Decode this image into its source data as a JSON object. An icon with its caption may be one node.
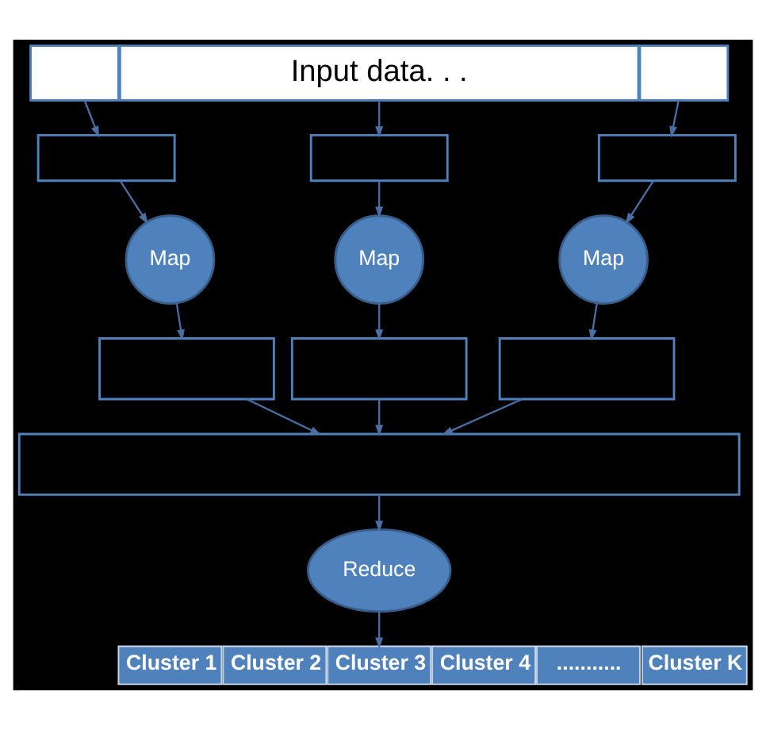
{
  "diagram": {
    "nodes": [
      {
        "text": [],
        "shape": "box"
      },
      {
        "text": [
          "Input data. . ."
        ]
      },
      {
        "text": [],
        "shape": "box"
      },
      {
        "text": [],
        "shape": "box"
      },
      {
        "text": [],
        "shape": "box"
      },
      {
        "text": [],
        "shape": "box"
      },
      {
        "text": [
          "Map"
        ]
      },
      {
        "text": [
          "Map"
        ]
      },
      {
        "text": [
          "Map"
        ]
      },
      {
        "text": [],
        "shape": "box"
      },
      {
        "text": [],
        "shape": "box"
      },
      {
        "text": [],
        "shape": "box"
      },
      {
        "text": [],
        "shape": "box"
      },
      {
        "text": [
          "Reduce"
        ]
      },
      {
        "text": [
          "Cluster 1"
        ]
      },
      {
        "text": [
          "Cluster 2"
        ]
      },
      {
        "text": [
          "Cluster 3"
        ]
      },
      {
        "text": [
          "Cluster 4"
        ]
      },
      {
        "text": [
          "..........."
        ]
      },
      {
        "text": [
          "Cluster K"
        ]
      }
    ],
    "edges": [
      {
        "from": 0,
        "to": 3,
        "arrow": "to"
      },
      {
        "from": 1,
        "to": 4,
        "arrow": "to"
      },
      {
        "from": 2,
        "to": 5,
        "arrow": "to"
      },
      {
        "from": 3,
        "to": 6,
        "arrow": "to"
      },
      {
        "from": 4,
        "to": 7,
        "arrow": "to"
      },
      {
        "from": 5,
        "to": 8,
        "arrow": "to"
      },
      {
        "from": 6,
        "to": 9,
        "arrow": "to"
      },
      {
        "from": 7,
        "to": 10,
        "arrow": "to"
      },
      {
        "from": 8,
        "to": 11,
        "arrow": "to"
      },
      {
        "from": 9,
        "to": 12,
        "arrow": "to"
      },
      {
        "from": 10,
        "to": 12,
        "arrow": "to"
      },
      {
        "from": 11,
        "to": 12,
        "arrow": "to"
      },
      {
        "from": 12,
        "to": 13,
        "arrow": "to"
      },
      {
        "from": 13,
        "to": 16,
        "arrow": "to"
      }
    ]
  }
}
